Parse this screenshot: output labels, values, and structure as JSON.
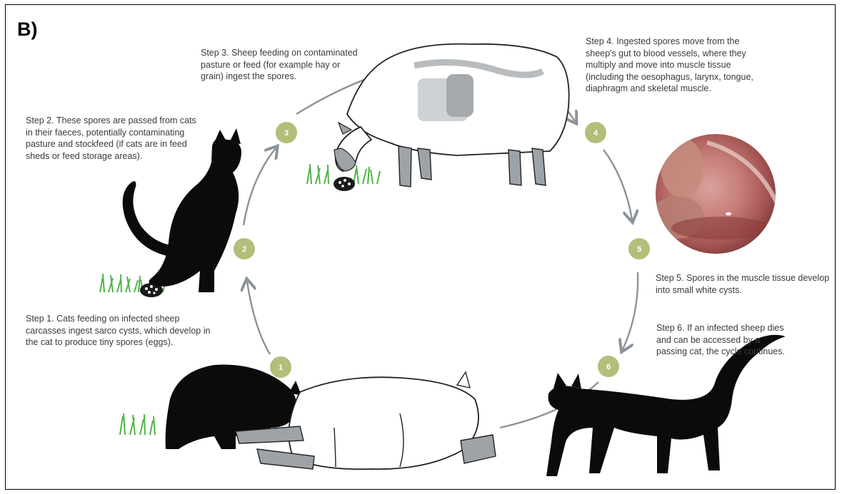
{
  "panel_label": "B)",
  "steps": [
    {
      "number": "1",
      "text": "Step 1.  Cats feeding on infected sheep carcasses ingest sarco cysts, which develop in the cat to produce tiny spores (eggs)."
    },
    {
      "number": "2",
      "text": "Step 2.  These spores are passed from cats in their faeces, potentially contaminating pasture and stockfeed (if cats are in feed sheds or feed storage areas)."
    },
    {
      "number": "3",
      "text": "Step 3.  Sheep feeding on contaminated pasture or feed (for example hay or grain) ingest the spores."
    },
    {
      "number": "4",
      "text": "Step 4.  Ingested spores move from the sheep's gut to blood vessels, where they multiply and move into muscle tissue (including the oesophagus, larynx, tongue, diaphragm and skeletal muscle."
    },
    {
      "number": "5",
      "text": "Step 5.  Spores in the muscle tissue develop into small white cysts."
    },
    {
      "number": "6",
      "text": "Step 6.  If an infected sheep dies and can be accessed by a passing cat, the cycle continues."
    }
  ],
  "colors": {
    "cycle_line": "#8a9299",
    "step_marker": "#b5bd7a",
    "cat": "#0b0b0b",
    "grass": "#4fb548",
    "sheep_leg": "#9ea3a8",
    "text": "#3a3a3a"
  },
  "icons": [
    "cat-eating-icon",
    "cat-sitting-icon",
    "cat-walking-icon",
    "sheep-grazing-icon",
    "sheep-carcass-icon",
    "muscle-cyst-photo",
    "grass-icon",
    "faeces-icon"
  ]
}
